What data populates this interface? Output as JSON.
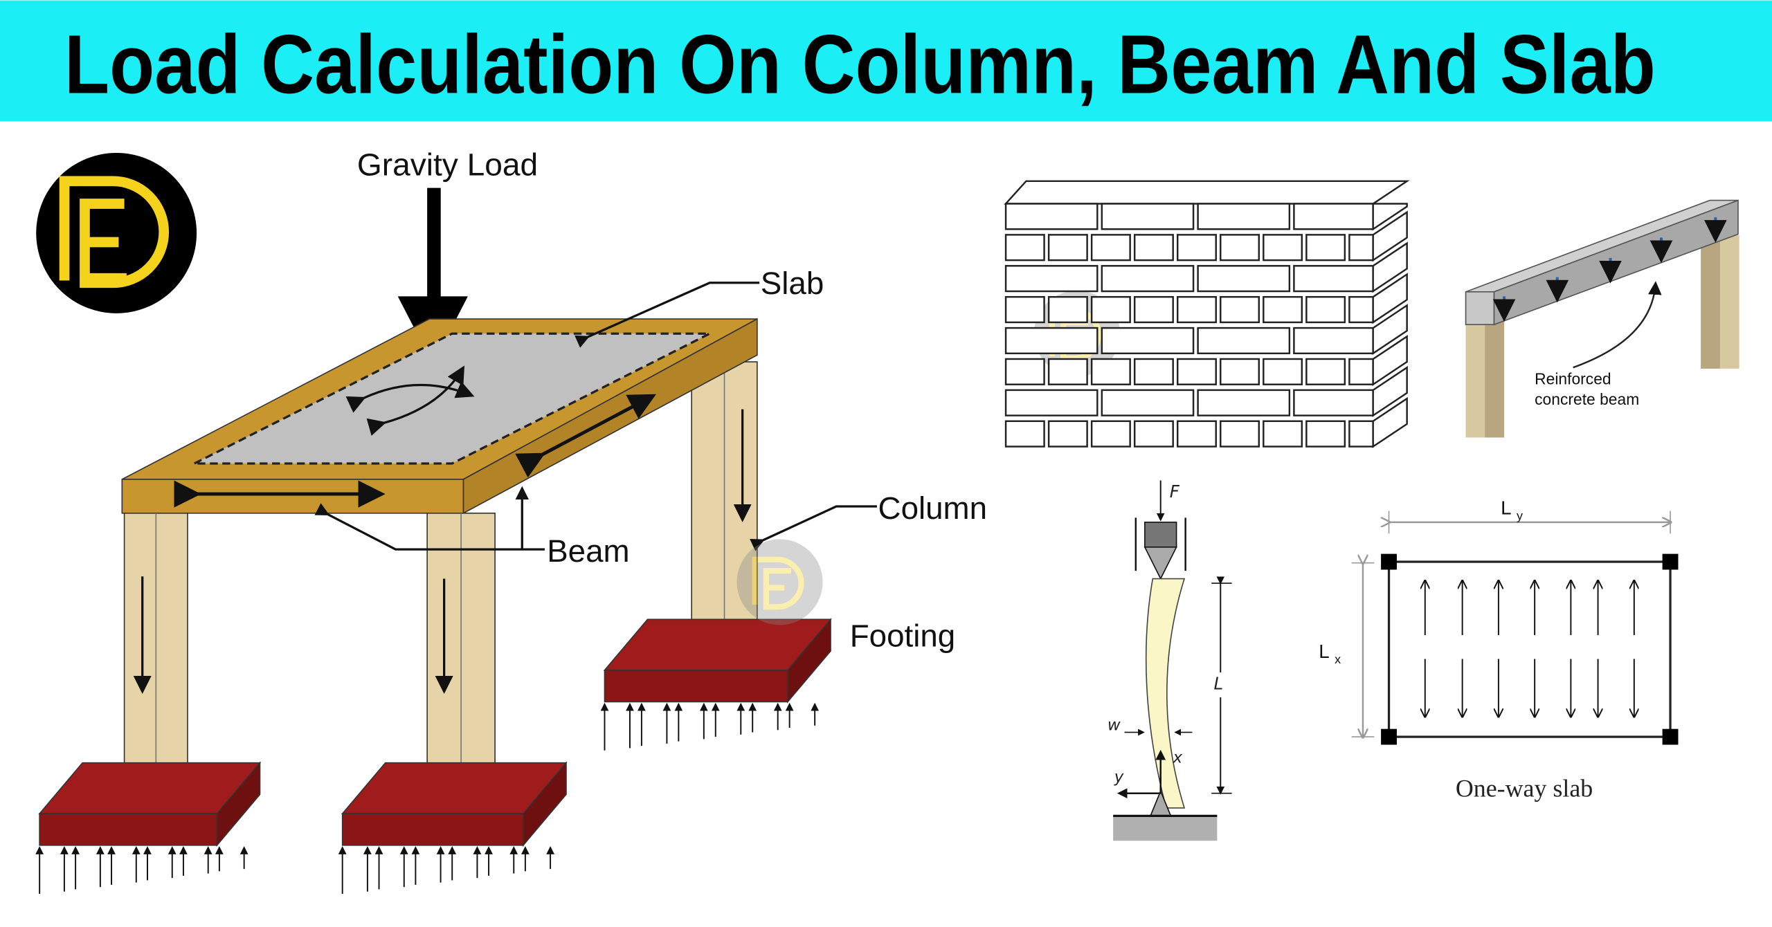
{
  "banner": {
    "title": "Load Calculation On Column, Beam And Slab",
    "bg_color": "#1BEEF5"
  },
  "logo": {
    "letters": "DE",
    "color": "#F5D21C"
  },
  "frame_diagram": {
    "gravity_label": "Gravity Load",
    "slab_label": "Slab",
    "beam_label": "Beam",
    "column_label": "Column",
    "footing_label": "Footing",
    "beam_color": "#C8962E",
    "column_color": "#E6D3A8",
    "footing_color": "#8B1616",
    "slab_color": "#C0C0C0"
  },
  "beam_diagram": {
    "label_line1": "Reinforced",
    "label_line2": "concrete beam",
    "arrow_color": "#2E64A8"
  },
  "column_diagram": {
    "force": "F",
    "length": "L",
    "width": "w",
    "x": "x",
    "y": "y"
  },
  "slab_diagram": {
    "ly": "L",
    "ly_sub": "y",
    "lx": "L",
    "lx_sub": "x",
    "caption": "One-way slab"
  }
}
